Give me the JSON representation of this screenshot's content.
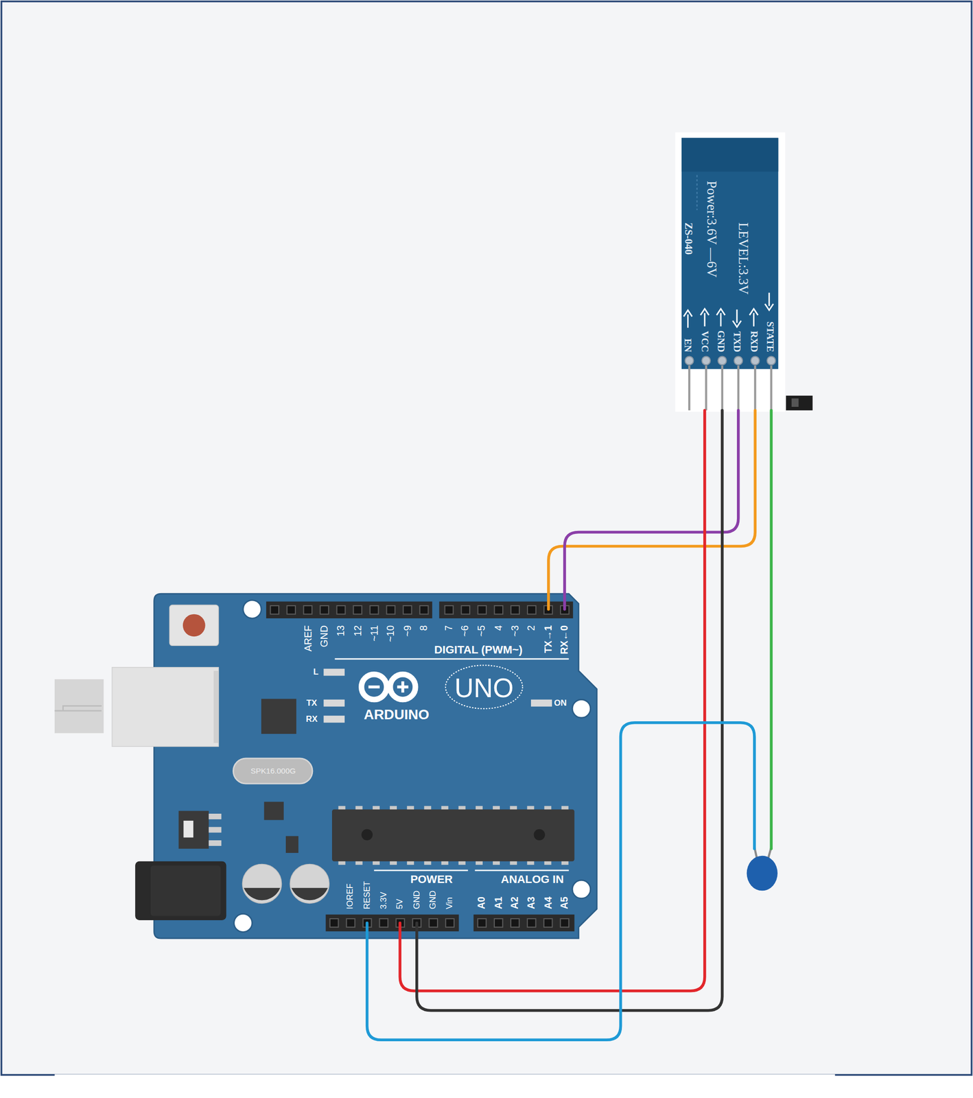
{
  "diagram": {
    "labels": [
      "AREF",
      "GND",
      "13",
      "12",
      "~11",
      "~10",
      "~9",
      "8",
      "7",
      "~6",
      "~5",
      "4",
      "~3",
      "2",
      "TX→1",
      "RX←0",
      "DIGITAL (PWM~)",
      "L",
      "TX",
      "RX",
      "ARDUINO",
      "UNO",
      "ON",
      "SPK16.000G",
      "POWER",
      "ANALOG IN",
      "IOREF",
      "RESET",
      "3.3V",
      "5V",
      "GND",
      "GND",
      "Vin",
      "A0",
      "A1",
      "A2",
      "A3",
      "A4",
      "A5",
      "Power:3.6V —6V",
      "ZS-040",
      "LEVEL:3.3V",
      "EN",
      "VCC",
      "GND",
      "TXD",
      "RXD",
      "STATE"
    ]
  }
}
